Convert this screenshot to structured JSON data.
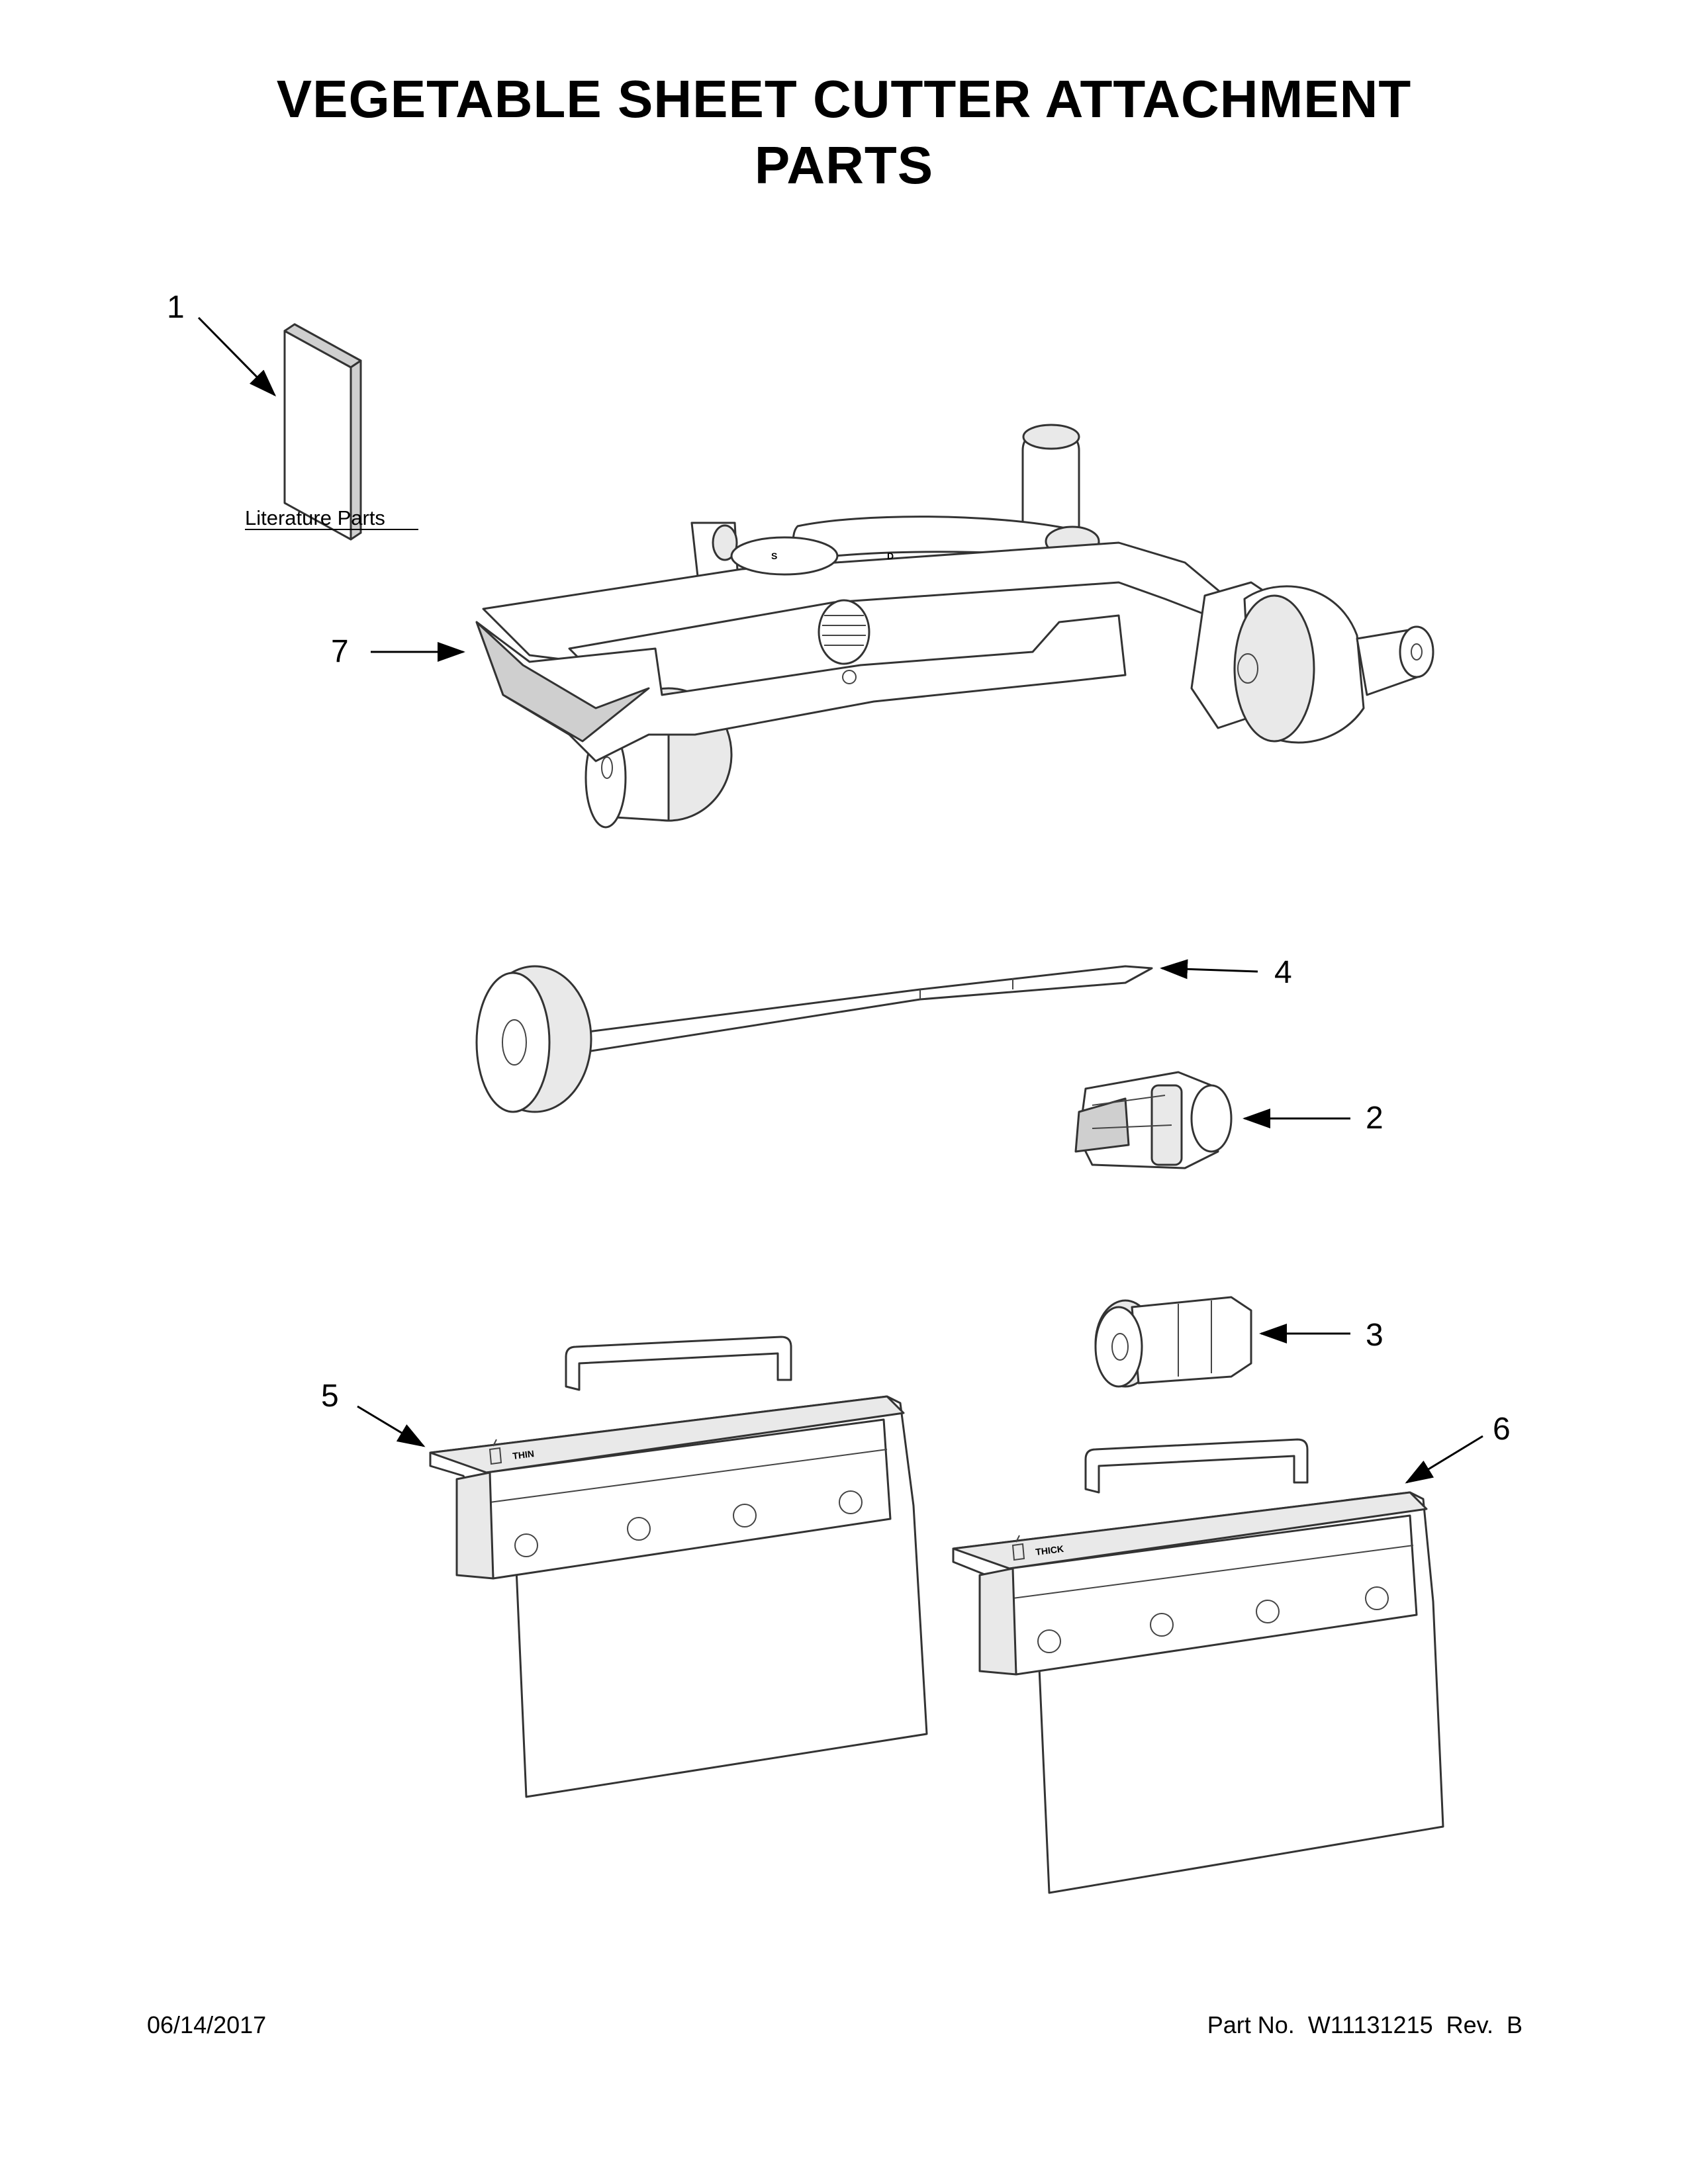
{
  "title": {
    "line1": "VEGETABLE SHEET CUTTER ATTACHMENT",
    "line2": "PARTS"
  },
  "literature_label": "Literature Parts",
  "callouts": {
    "c1": "1",
    "c2": "2",
    "c3": "3",
    "c4": "4",
    "c5": "5",
    "c6": "6",
    "c7": "7"
  },
  "blade_labels": {
    "thin": "THIN",
    "thick": "THICK"
  },
  "frame_dial_labels": {
    "left": "S",
    "right": "D"
  },
  "footer": {
    "date": "06/14/2017",
    "part_number": "Part No.  W11131215  Rev.  B"
  },
  "colors": {
    "ink": "#000000",
    "line": "#333333",
    "shade": "#e9e9e9"
  },
  "icons": {
    "arrow": "arrowhead",
    "blade_symbol": "knife-hand-symbol"
  }
}
